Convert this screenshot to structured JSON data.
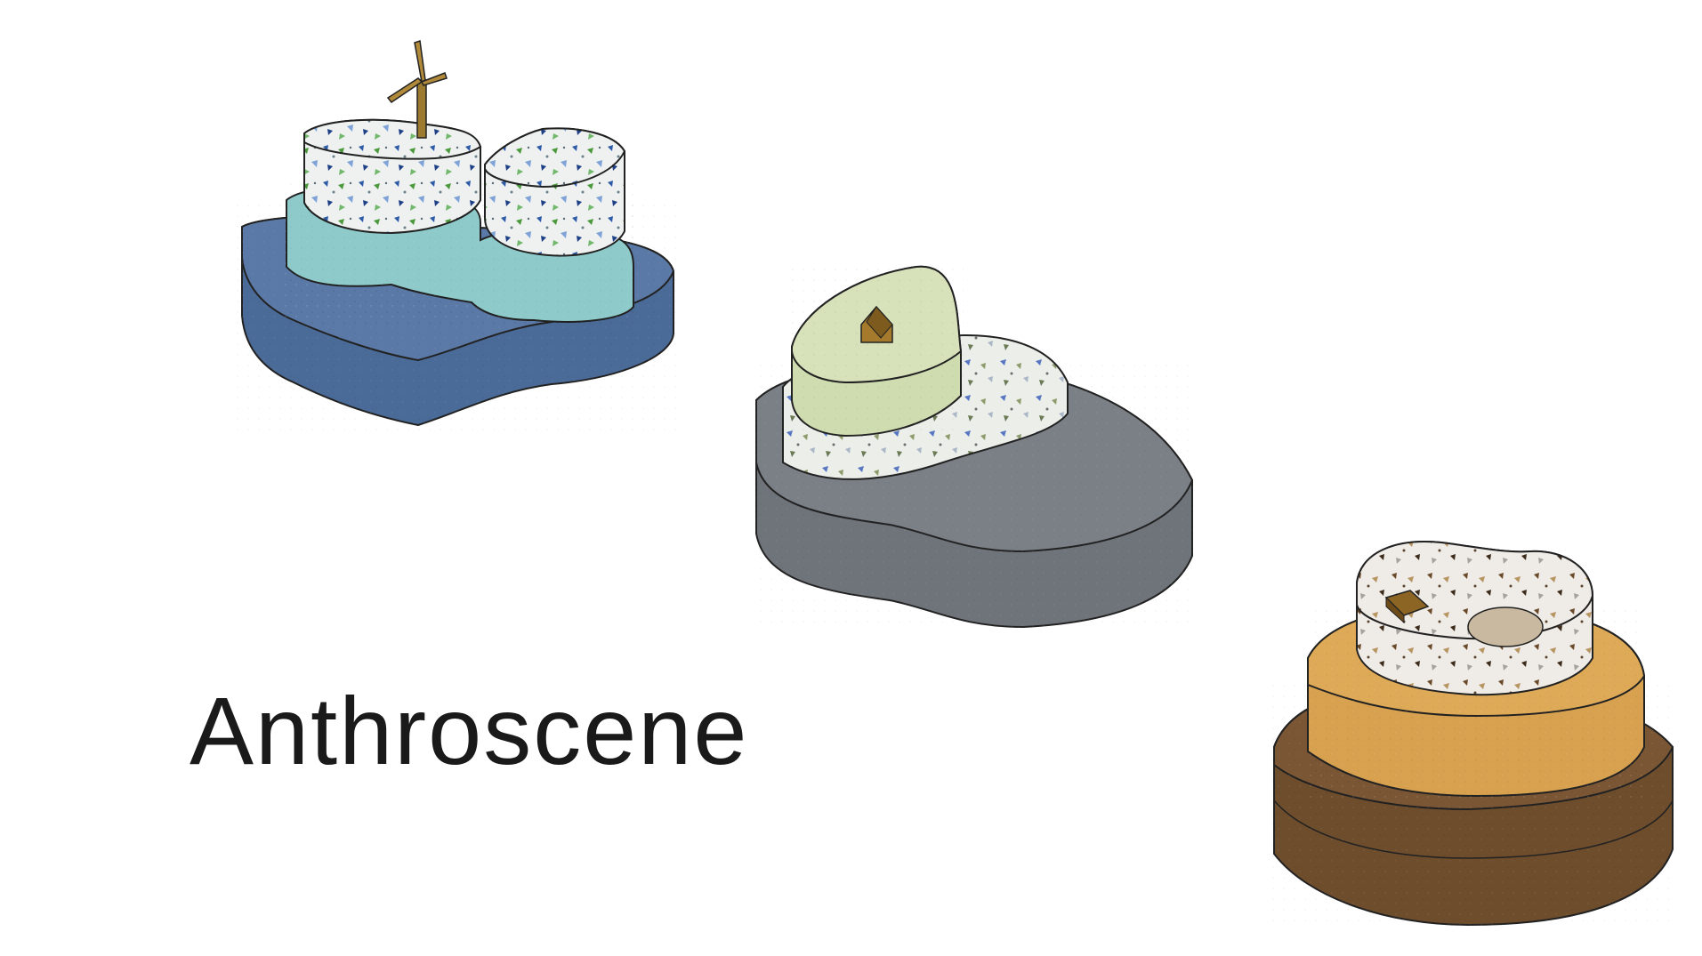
{
  "title": "Anthroscene",
  "models": [
    {
      "name": "wind-turbine-island-model",
      "base_color": "#4a6a97",
      "mid_color": "#8fc7c7",
      "top_color": "#eef0ee"
    },
    {
      "name": "house-island-model",
      "base_color": "#6f747a",
      "mid_color": "#e6ecea",
      "top_color": "#cfdcb0"
    },
    {
      "name": "cabin-ring-island-model",
      "base_color": "#6e4d2c",
      "mid_color": "#d7a14f",
      "top_color": "#ece8e2"
    }
  ]
}
